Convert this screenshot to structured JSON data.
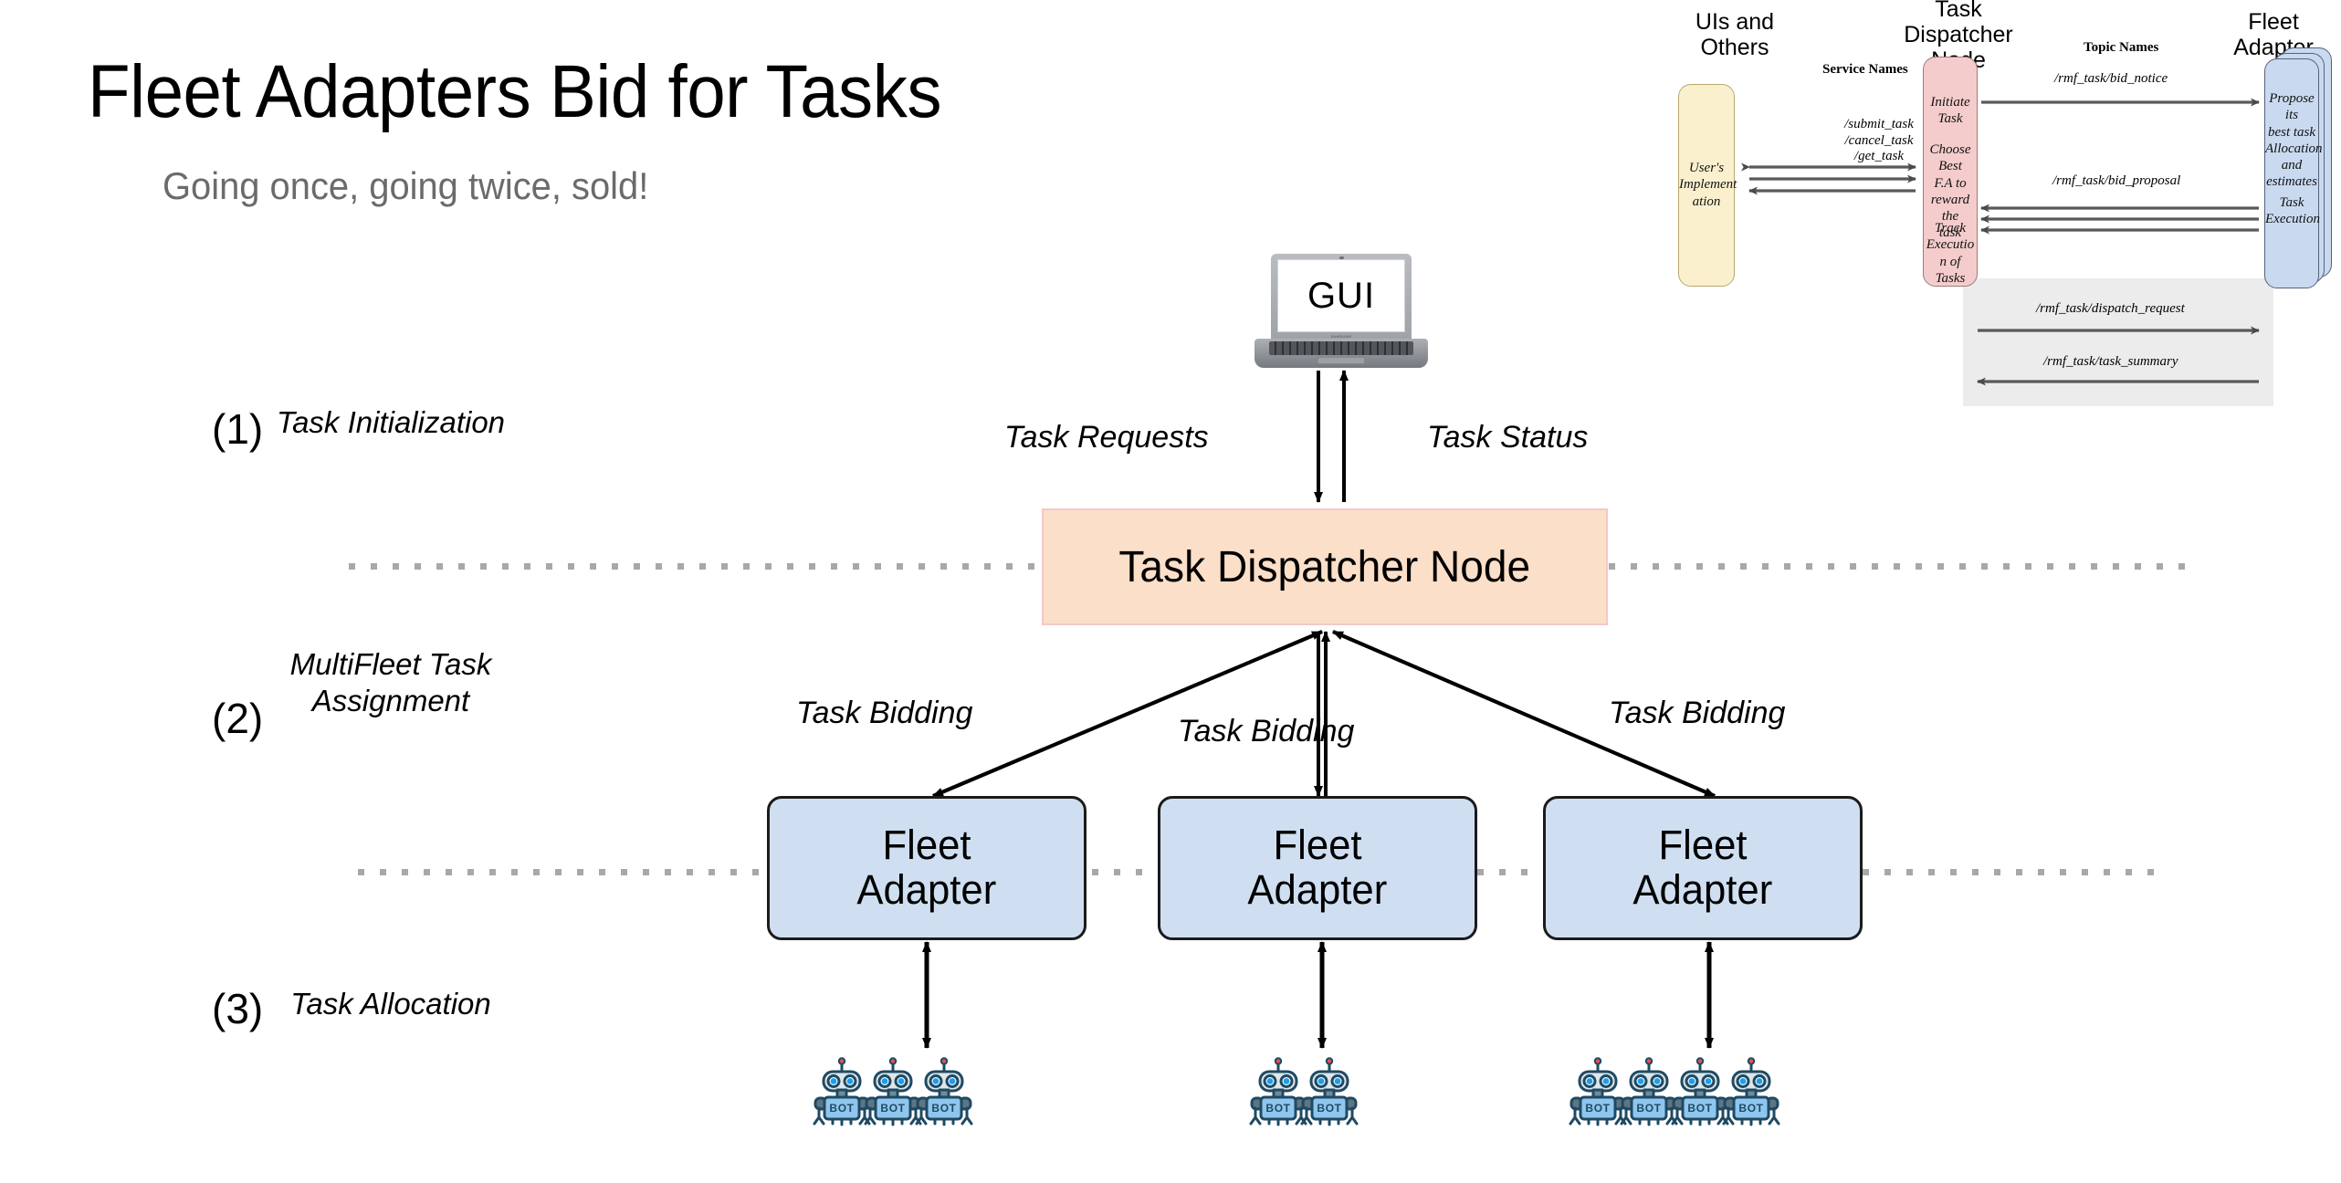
{
  "slide": {
    "title": "Fleet Adapters Bid for Tasks",
    "subtitle": "Going once, going twice, sold!"
  },
  "steps": [
    {
      "number": "(1)",
      "label": "Task Initialization"
    },
    {
      "number": "(2)",
      "label": "MultiFleet Task\nAssignment"
    },
    {
      "number": "(3)",
      "label": "Task Allocation"
    }
  ],
  "main_diagram": {
    "gui_label": "GUI",
    "dispatcher_label": "Task Dispatcher Node",
    "gui_flows": [
      {
        "label": "Task Requests"
      },
      {
        "label": "Task Status"
      }
    ],
    "bidding_labels": [
      "Task Bidding",
      "Task Bidding",
      "Task Bidding"
    ],
    "fleet_adapters": [
      {
        "line1": "Fleet",
        "line2": "Adapter",
        "robot_count": 3,
        "robot_label": "BOT"
      },
      {
        "line1": "Fleet",
        "line2": "Adapter",
        "robot_count": 2,
        "robot_label": "BOT"
      },
      {
        "line1": "Fleet",
        "line2": "Adapter",
        "robot_count": 4,
        "robot_label": "BOT"
      }
    ]
  },
  "inset_diagram": {
    "column_headers": [
      "UIs and\nOthers",
      "Task\nDispatcher\nNode",
      "Fleet\nAdapter"
    ],
    "group_labels": {
      "service_names": "Service Names",
      "topic_names": "Topic Names"
    },
    "lanes": {
      "ui": "User's\nImplement\nation",
      "dispatcher": [
        "Initiate\nTask",
        "Choose Best\nF.A to\nreward the\ntask",
        "Track\nExecutio\nn of\nTasks"
      ],
      "fleet": [
        "Propose its\nbest task\nAllocation\nand\nestimates",
        "Task\nExecution"
      ]
    },
    "service_calls": "/submit_task\n/cancel_task\n/get_task",
    "topics": [
      "/rmf_task/bid_notice",
      "/rmf_task/bid_proposal",
      "/rmf_task/dispatch_request",
      "/rmf_task/task_summary"
    ]
  },
  "colors": {
    "dispatcher_fill": "#fbdfc8",
    "dispatcher_border": "#f3c8c8",
    "fleet_fill": "#cfdff1",
    "fleet_border": "#1b1b1b",
    "inset_ui_fill": "#fbf0ce",
    "inset_dispatcher_fill": "#f4cccc",
    "inset_fleet_fill": "#c9daf0",
    "subtitle": "#6b6b6b",
    "dotted_line": "#a8a8a8",
    "robot_body": "#8fc6ee",
    "robot_outline": "#1f4a63"
  }
}
